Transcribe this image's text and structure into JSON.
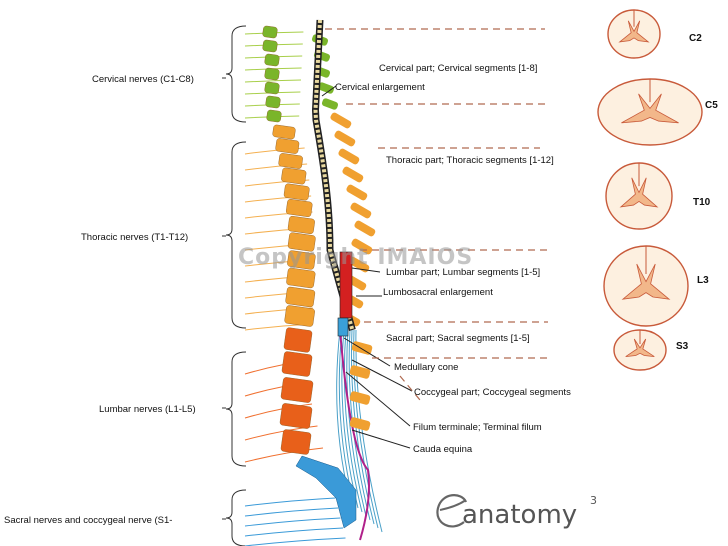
{
  "nerve_groups": {
    "cervical": "Cervical nerves (C1-C8)",
    "thoracic": "Thoracic nerves (T1-T12)",
    "lumbar": "Lumbar nerves (L1-L5)",
    "sacral": "Sacral nerves and coccygeal nerve (S1-"
  },
  "annotations": {
    "cervical_part": "Cervical part; Cervical segments [1-8]",
    "cervical_enlargement": "Cervical enlargement",
    "thoracic_part": "Thoracic part; Thoracic segments [1-12]",
    "lumbar_part": "Lumbar part; Lumbar segments [1-5]",
    "lumbosacral_enlargement": "Lumbosacral enlargement",
    "sacral_part": "Sacral part; Sacral segments  [1-5]",
    "medullary_cone": "Medullary cone",
    "coccygeal_part": "Coccygeal part; Coccygeal segments",
    "filum_terminale": "Filum terminale; Terminal filum",
    "cauda_equina": "Cauda equina"
  },
  "cross_sections": [
    "C2",
    "C5",
    "T10",
    "L3",
    "S3"
  ],
  "watermark": "Copyright IMAIOS",
  "logo": {
    "text": "anatomy",
    "superscript": "3"
  },
  "colors": {
    "cervical": "#7ab52a",
    "thoracic": "#f0a030",
    "lumbar": "#e8601a",
    "sacral": "#3a9ad8",
    "cord_red": "#d42020",
    "section_outline": "#c85a3a",
    "gray_matter": "#f2b78a",
    "white_matter": "#fdf0e0"
  }
}
